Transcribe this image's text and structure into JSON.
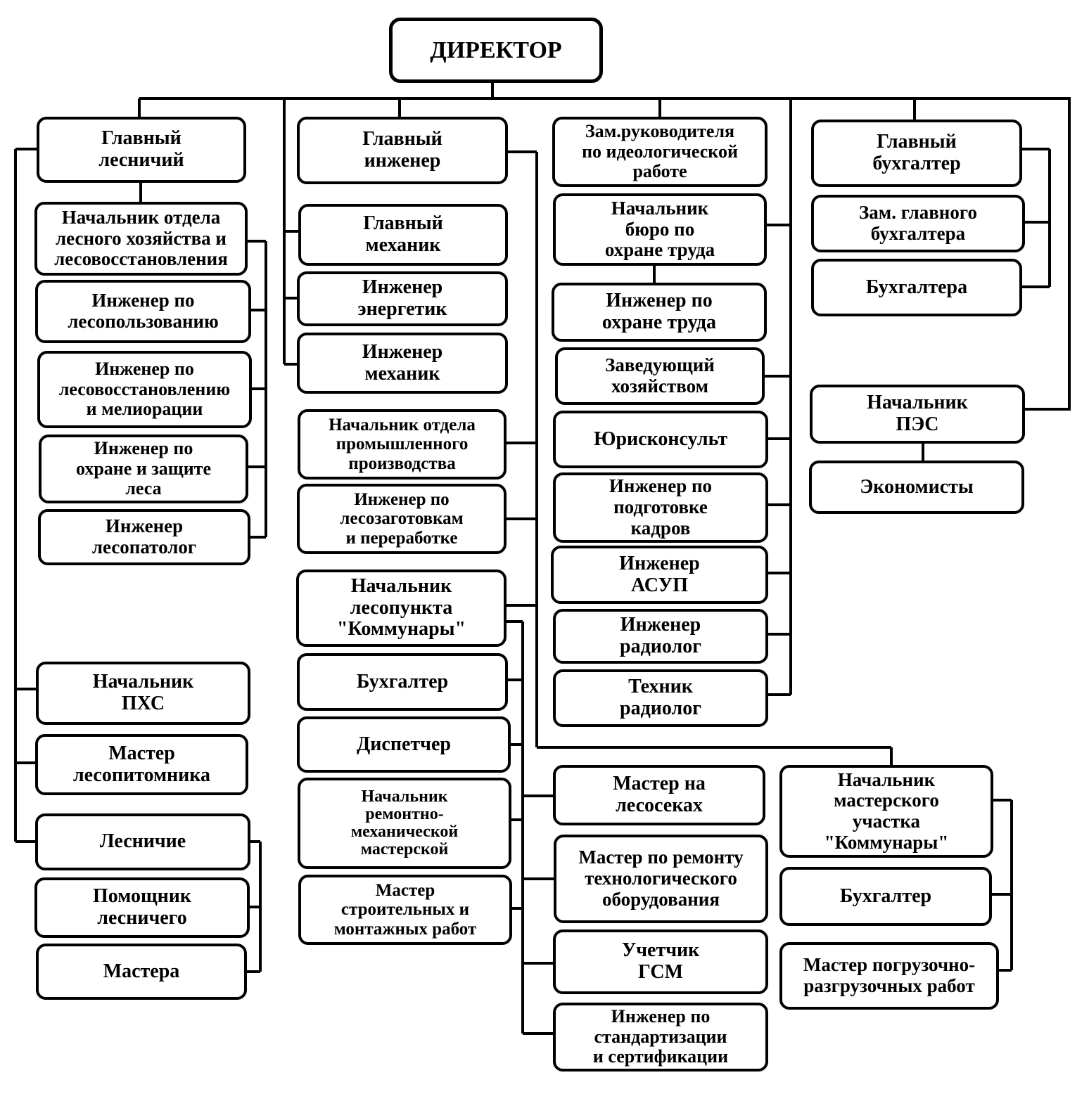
{
  "director": "ДИРЕКТОР",
  "col1": {
    "chief_forester": "Главный\nлесничий",
    "head_forestry_dept": "Начальник отдела\nлесного хозяйства и\nлесовосстановления",
    "eng_forest_use": "Инженер по\nлесопользованию",
    "eng_reforestation": "Инженер по\nлесовосстановлению\nи мелиорации",
    "eng_forest_protection": "Инженер по\nохране и защите\nлеса",
    "eng_forest_pathologist": "Инженер\nлесопатолог",
    "head_pkhs": "Начальник\nПХС",
    "master_nursery": "Мастер\nлесопитомника",
    "foresters": "Лесничие",
    "assistant_forester": "Помощник\nлесничего",
    "masters": "Мастера"
  },
  "col2": {
    "chief_engineer": "Главный\nинженер",
    "chief_mechanic": "Главный\nмеханик",
    "eng_power": "Инженер\nэнергетик",
    "eng_mechanic": "Инженер\nмеханик",
    "head_industrial_dept": "Начальник отдела\nпромышленного\nпроизводства",
    "eng_logging": "Инженер по\nлесозаготовкам\nи переработке",
    "head_lespunkt": "Начальник\nлесопункта\n\"Коммунары\"",
    "accountant": "Бухгалтер",
    "dispatcher": "Диспетчер",
    "head_repair_shop": "Начальник\nремонтно-\nмеханической\nмастерской",
    "master_construction": "Мастер\nстроительных и\nмонтажных  работ"
  },
  "col3": {
    "deputy_ideology": "Зам.руководителя\nпо идеологической\nработе",
    "head_safety_bureau": "Начальник\nбюро по\nохране труда",
    "eng_safety": "Инженер по\nохране труда",
    "housekeeping": "Заведующий\nхозяйством",
    "legal": "Юрисконсульт",
    "eng_personnel": "Инженер по\nподготовке\nкадров",
    "eng_asup": "Инженер\nАСУП",
    "eng_radiologist": "Инженер\nрадиолог",
    "tech_radiologist": "Техник\nрадиолог",
    "master_cutting": "Мастер на\nлесосеках",
    "master_repair_equipment": "Мастер по ремонту\nтехнологического\nоборудования",
    "fuel_accountant": "Учетчик\nГСМ",
    "eng_standardization": "Инженер по\nстандартизации\nи сертификации"
  },
  "col4": {
    "chief_accountant": "Главный\nбухгалтер",
    "deputy_chief_accountant": "Зам. главного\nбухгалтера",
    "accountants": "Бухгалтера",
    "head_pes": "Начальник\nПЭС",
    "economists": "Экономисты",
    "head_workshop": "Начальник\nмастерского\nучастка\n\"Коммунары\"",
    "accountant": "Бухгалтер",
    "master_loading": "Мастер погрузочно-\nразгрузочных работ"
  }
}
